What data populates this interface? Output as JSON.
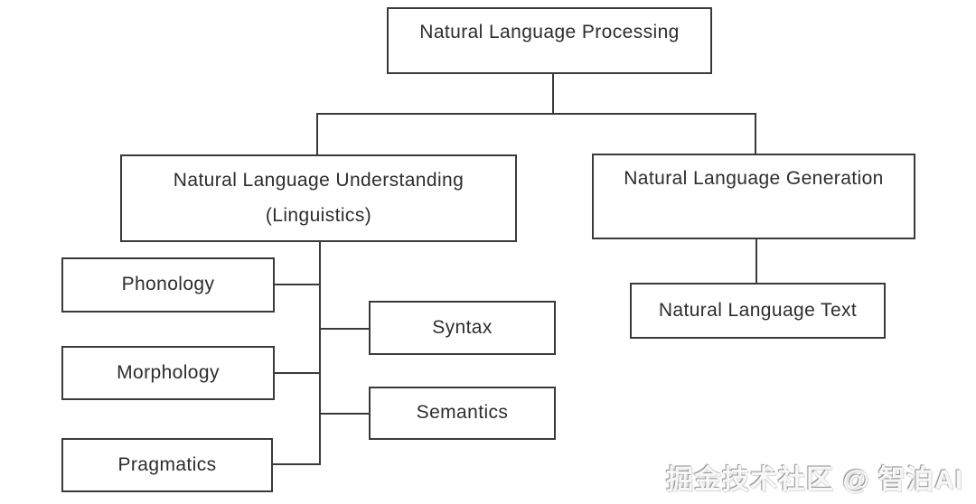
{
  "diagram": {
    "type": "hierarchy-flowchart",
    "topic": "Natural Language Processing taxonomy",
    "colors": {
      "background": "#ffffff",
      "box_border": "#3a3a3a",
      "box_fill": "#ffffff",
      "text": "#2d2d2d",
      "connector": "#3a3a3a"
    },
    "nodes": {
      "nlp": {
        "label": "Natural Language Processing"
      },
      "nlu": {
        "label": "Natural Language Understanding",
        "sublabel": "(Linguistics)"
      },
      "nlg": {
        "label": "Natural Language Generation"
      },
      "phonology": {
        "label": "Phonology"
      },
      "morphology": {
        "label": "Morphology"
      },
      "pragmatics": {
        "label": "Pragmatics"
      },
      "syntax": {
        "label": "Syntax"
      },
      "semantics": {
        "label": "Semantics"
      },
      "nltext": {
        "label": "Natural Language Text"
      }
    },
    "edges": [
      {
        "from": "nlp",
        "to": "nlu"
      },
      {
        "from": "nlp",
        "to": "nlg"
      },
      {
        "from": "nlu",
        "to": "phonology"
      },
      {
        "from": "nlu",
        "to": "syntax"
      },
      {
        "from": "nlu",
        "to": "morphology"
      },
      {
        "from": "nlu",
        "to": "semantics"
      },
      {
        "from": "nlu",
        "to": "pragmatics"
      },
      {
        "from": "nlg",
        "to": "nltext"
      }
    ]
  },
  "watermark": {
    "text": "掘金技术社区 @ 智泊AI"
  }
}
